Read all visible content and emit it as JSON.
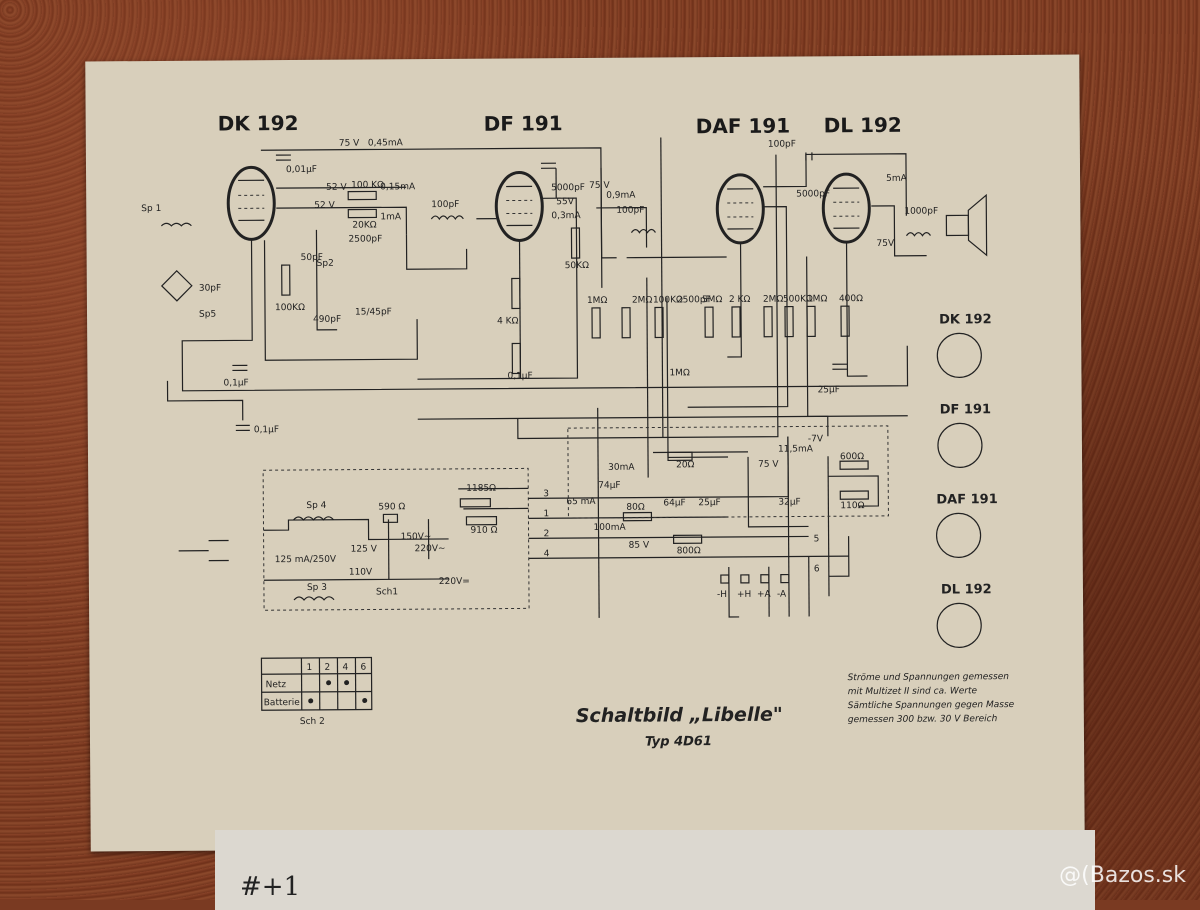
{
  "tubes": {
    "t1": "DK 192",
    "t2": "DF 191",
    "t3": "DAF 191",
    "t4": "DL 192"
  },
  "pinouts": [
    "DK 192",
    "DF 191",
    "DAF 191",
    "DL 192"
  ],
  "components": {
    "v75": "75 V",
    "ma045": "0,45mA",
    "v52a": "52 V",
    "r100k": "100 KΩ",
    "ma015": "0,15mA",
    "v52b": "52 V",
    "r20k": "20KΩ",
    "ma1": "1mA",
    "c01uf": "0,01μF",
    "c2500": "2500pF",
    "c50pf": "50pF",
    "r100ko": "100KΩ",
    "sp2": "Sp2",
    "sp1": "Sp 1",
    "sp5": "Sp5",
    "c30pf": "30pF",
    "c490": "490pF",
    "c1545": "15/45pF",
    "c01uf2": "0,1μF",
    "c01uf3": "0,1μF",
    "c100pf": "100pF",
    "c5000": "5000pF",
    "v55": "55V",
    "ma03": "0,3mA",
    "r50k": "50KΩ",
    "v75b": "75 V",
    "ma09": "0,9mA",
    "r4k": "4 KΩ",
    "c01uf4": "0,1μF",
    "r1m": "1MΩ",
    "r2m": "2MΩ",
    "r100k2": "100KΩ",
    "c2500b": "2500pF",
    "r1m2": "1MΩ",
    "c100pf2": "100pF",
    "c100pf3": "100pF",
    "c5000b": "5000pF",
    "r5m": "5MΩ",
    "r2k": "2 KΩ",
    "r2m2": "2MΩ",
    "r500k": "500KΩ",
    "r1m3": "1MΩ",
    "r400": "400Ω",
    "c25uf": "25μF",
    "c1000": "1000pF",
    "v75c": "75V",
    "ma5": "5mA",
    "r20": "20Ω",
    "ma30": "30mA",
    "ma65": "65 mA",
    "c74": "74μF",
    "r80": "80Ω",
    "c64": "64μF",
    "c25uf2": "25μF",
    "ma100": "100mA",
    "v85": "85 V",
    "r800": "800Ω",
    "r600": "600Ω",
    "r110": "110Ω",
    "c32": "32μF",
    "v75d": "75 V",
    "ma115": "11,5mA",
    "vm7": "-7V",
    "r1185": "1185Ω",
    "r590": "590 Ω",
    "r910": "910 Ω",
    "sp4": "Sp 4",
    "sp3": "Sp 3",
    "v125": "125 V",
    "v150": "150V~",
    "v220": "220V~",
    "v110": "110V",
    "v220dc": "220V=",
    "sch1": "Sch1",
    "fuse": "125 mA/250V",
    "mh": "-H",
    "ph": "+H",
    "pa": "+A",
    "ma": "-A",
    "n1": "1",
    "n2": "2",
    "n3": "3",
    "n4": "4",
    "n5": "5",
    "n6": "6"
  },
  "switch_table": {
    "header": [
      "",
      "1",
      "2",
      "4",
      "6"
    ],
    "rows": [
      [
        "Netz"
      ],
      [
        "Batterie"
      ]
    ],
    "label": "Sch 2"
  },
  "title": "Schaltbild „Libelle\"",
  "subtitle": "Typ 4D61",
  "note": [
    "Ströme und Spannungen gemessen",
    "mit Multizet II sind ca. Werte",
    "Sämtliche Spannungen gegen Masse",
    "gemessen  300 bzw. 30 V Bereich"
  ],
  "sheet2_text": "#+1",
  "watermark": "@(Bazos.sk"
}
